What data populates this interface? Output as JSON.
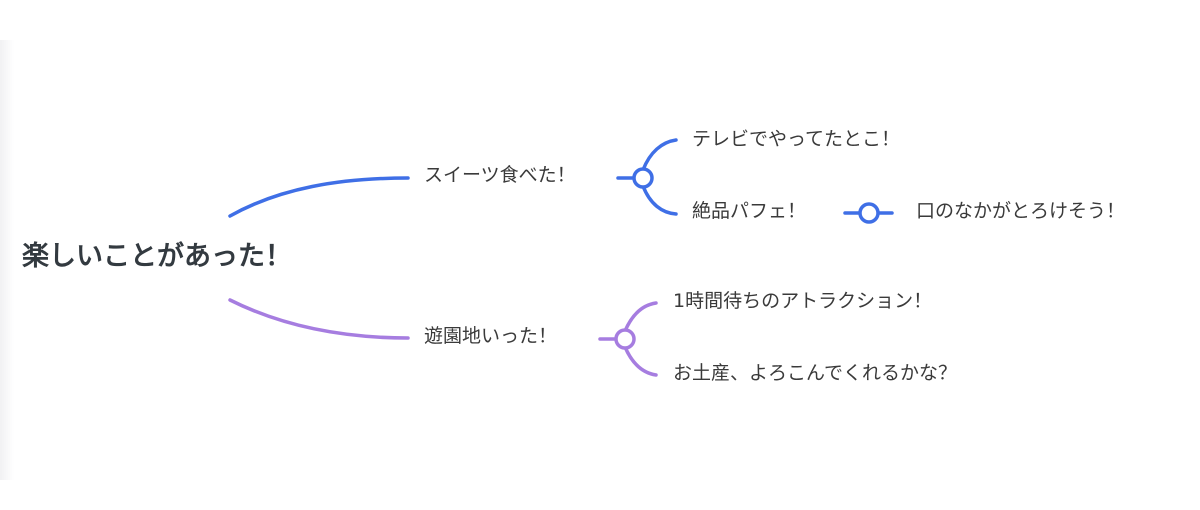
{
  "mindmap": {
    "root": {
      "label": "楽しいことがあった！"
    },
    "branches": [
      {
        "label": "スイーツ食べた！",
        "color": "#3f6fe6",
        "children": [
          {
            "label": "テレビでやってたとこ！"
          },
          {
            "label": "絶品パフェ！",
            "children": [
              {
                "label": "口のなかがとろけそう！"
              }
            ]
          }
        ]
      },
      {
        "label": "遊園地いった！",
        "color": "#a67de0",
        "children": [
          {
            "label": "1時間待ちのアトラクション！"
          },
          {
            "label": "お土産、よろこんでくれるかな？"
          }
        ]
      }
    ]
  }
}
